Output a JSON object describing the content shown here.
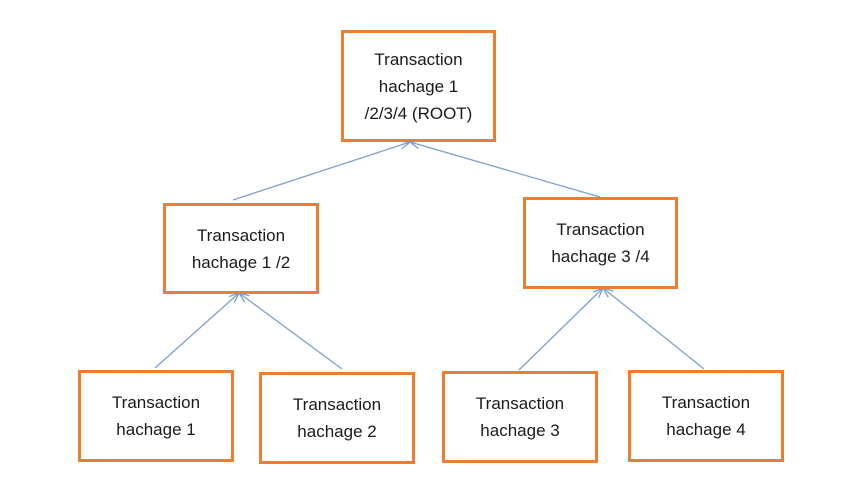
{
  "colors": {
    "box_border": "#ED7D31",
    "connector": "#7BA0CF",
    "text": "#1a1a1a"
  },
  "nodes": {
    "root": {
      "line1": "Transaction",
      "line2": "hachage 1",
      "line3": "/2/3/4 (ROOT)"
    },
    "h12": {
      "line1": "Transaction",
      "line2": "hachage 1 /2"
    },
    "h34": {
      "line1": "Transaction",
      "line2": "hachage 3 /4"
    },
    "h1": {
      "line1": "Transaction",
      "line2": "hachage 1"
    },
    "h2": {
      "line1": "Transaction",
      "line2": "hachage 2"
    },
    "h3": {
      "line1": "Transaction",
      "line2": "hachage 3"
    },
    "h4": {
      "line1": "Transaction",
      "line2": "hachage 4"
    }
  },
  "edges": [
    {
      "from": "h12",
      "to": "root"
    },
    {
      "from": "h34",
      "to": "root"
    },
    {
      "from": "h1",
      "to": "h12"
    },
    {
      "from": "h2",
      "to": "h12"
    },
    {
      "from": "h3",
      "to": "h34"
    },
    {
      "from": "h4",
      "to": "h34"
    }
  ]
}
